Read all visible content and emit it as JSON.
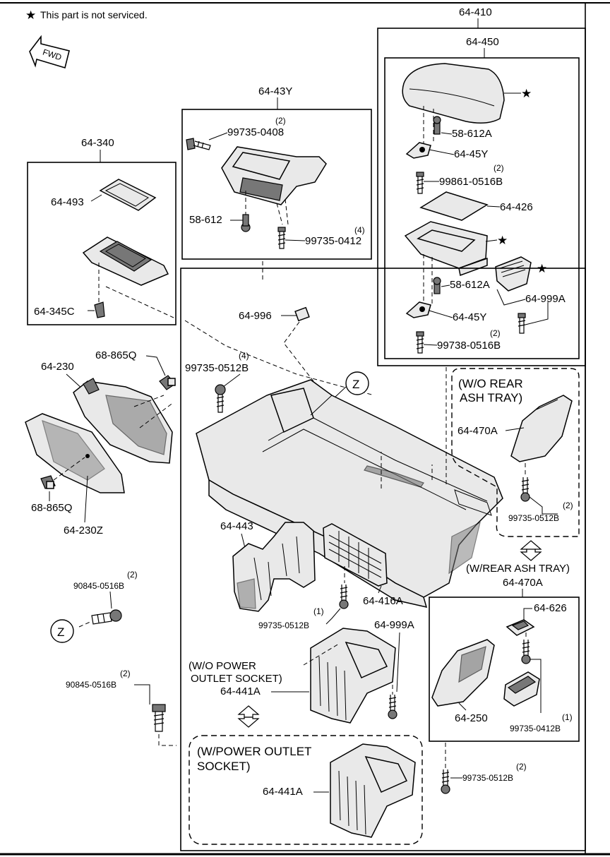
{
  "note": {
    "star": "★",
    "text": "This part is not serviced."
  },
  "fwd": "FWD",
  "parts": {
    "p64_410": "64-410",
    "p64_450": "64-450",
    "p58_612A_top": "58-612A",
    "p64_45Y_top": "64-45Y",
    "p99861_0516B": "99861-0516B",
    "p99861_qty": "(2)",
    "p64_426": "64-426",
    "p58_612A_bot": "58-612A",
    "p64_45Y_bot": "64-45Y",
    "p64_999A_top": "64-999A",
    "p99738_0516B": "99738-0516B",
    "p99738_qty": "(2)",
    "p64_43Y": "64-43Y",
    "p99735_0408": "99735-0408",
    "p99735_0408_qty": "(2)",
    "p58_612": "58-612",
    "p99735_0412": "99735-0412",
    "p99735_0412_qty": "(4)",
    "p64_340": "64-340",
    "p64_493": "64-493",
    "p64_345C": "64-345C",
    "p64_996": "64-996",
    "p68_865Q_top": "68-865Q",
    "p64_230": "64-230",
    "p99735_0512B_top": "99735-0512B",
    "p99735_0512B_top_qty": "(4)",
    "zoneZ_top": "Z",
    "p68_865Q_bot": "68-865Q",
    "p64_230Z": "64-230Z",
    "wo_rear_ash_line1": "(W/O REAR",
    "wo_rear_ash_line2": "ASH TRAY)",
    "p64_470A_top": "64-470A",
    "p99735_0512B_right": "99735-0512B",
    "p99735_0512B_right_qty": "(2)",
    "w_rear_ash": "(W/REAR ASH TRAY)",
    "p64_470A_bot": "64-470A",
    "p64_443": "64-443",
    "p90845_0516B_top": "90845-0516B",
    "p90845_0516B_top_qty": "(2)",
    "zoneZ_bot": "Z",
    "p64_416A": "64-416A",
    "p99735_0512B_mid": "99735-0512B",
    "p99735_0512B_mid_qty": "(1)",
    "p64_999A_bot": "64-999A",
    "wo_power_line1": "(W/O POWER",
    "wo_power_line2": "OUTLET SOCKET)",
    "p64_441A_top": "64-441A",
    "p90845_0516B_bot": "90845-0516B",
    "p90845_0516B_bot_qty": "(2)",
    "p64_626": "64-626",
    "p64_250": "64-250",
    "p99735_0412B": "99735-0412B",
    "p99735_0412B_qty": "(1)",
    "w_power_line1": "(W/POWER OUTLET",
    "w_power_line2": "SOCKET)",
    "p64_441A_bot": "64-441A",
    "p99735_0512B_bot": "99735-0512B",
    "p99735_0512B_bot_qty": "(2)"
  }
}
